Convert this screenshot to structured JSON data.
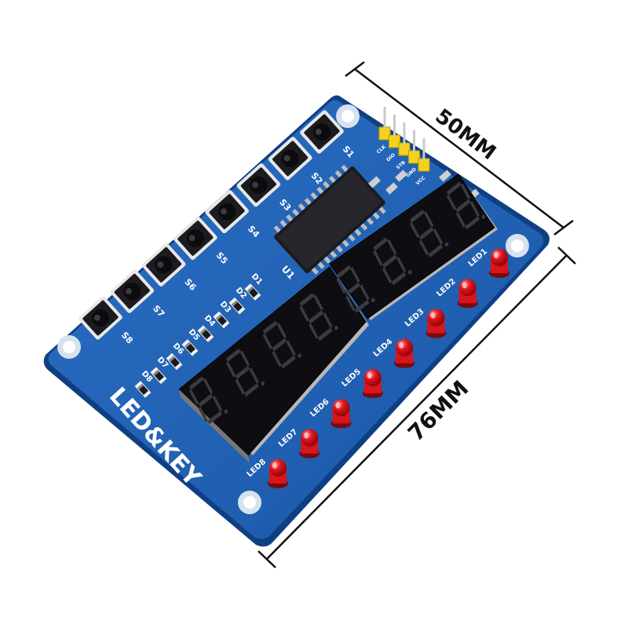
{
  "dimensions": {
    "width_label": "50MM",
    "length_label": "76MM"
  },
  "board": {
    "logo_text": "LED&KEY",
    "chip_label": "U1",
    "header_pins": [
      "CLK",
      "DIO",
      "STB",
      "GND",
      "VCC"
    ],
    "buttons": [
      "S1",
      "S2",
      "S3",
      "S4",
      "S5",
      "S6",
      "S7",
      "S8"
    ],
    "diodes": [
      "D1",
      "D2",
      "D3",
      "D4",
      "D5",
      "D6",
      "D7",
      "D8"
    ],
    "leds": [
      "LED1",
      "LED2",
      "LED3",
      "LED4",
      "LED5",
      "LED6",
      "LED7",
      "LED8"
    ],
    "display_digit_count": 8
  },
  "colors": {
    "pcb_blue": "#1d5fb4",
    "pcb_edge": "#0f3f83",
    "display_body": "#0e0e12",
    "led_red": "#d8141c",
    "header_yellow": "#f4d21c",
    "silkscreen": "#ffffff"
  }
}
